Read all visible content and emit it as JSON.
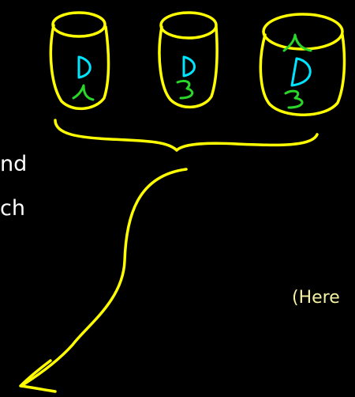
{
  "slide": {
    "text_fragments": [
      "nd",
      "ch"
    ],
    "note": "(Here"
  },
  "drawing": {
    "stroke_color": "#ffff00",
    "label_d_color": "#00e5ff",
    "label_number_color": "#2bd62b",
    "cylinders": [
      {
        "letter": "D",
        "numbers": [
          "1"
        ]
      },
      {
        "letter": "D",
        "numbers": [
          "3"
        ]
      },
      {
        "letter": "D",
        "numbers": [
          "1",
          "3"
        ]
      }
    ]
  }
}
